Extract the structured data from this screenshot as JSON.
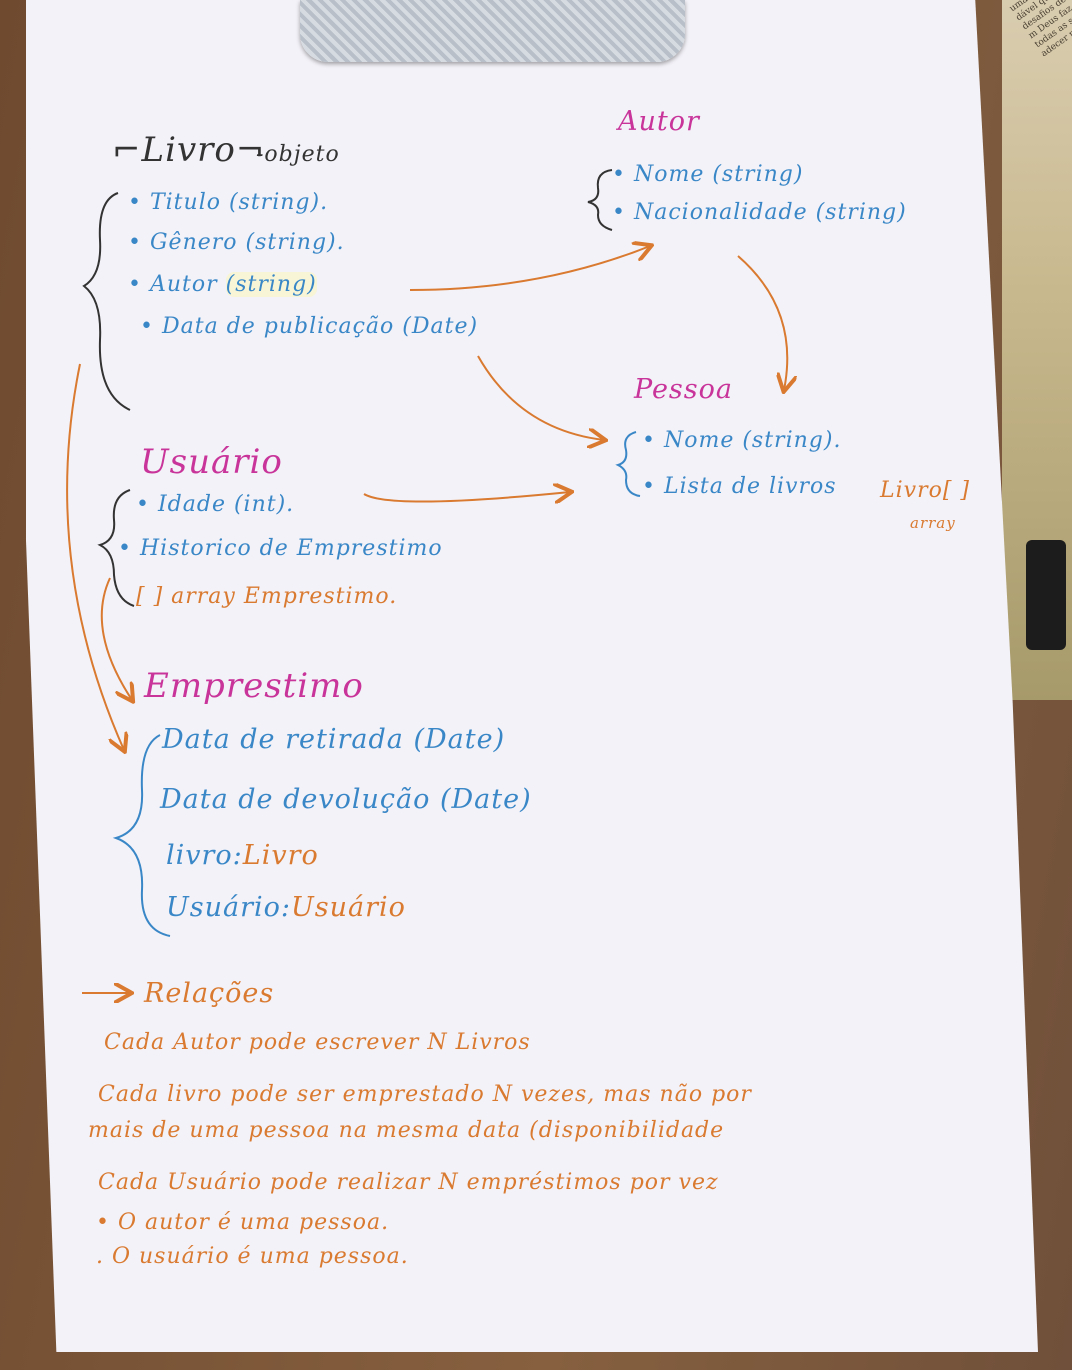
{
  "book_page_lines": [
    "uma p",
    "dável que n",
    "desafios de ca",
    "m Deus faz gra",
    "todas as suas a",
    "adecer pelas b"
  ],
  "livro": {
    "title": "Livro",
    "suffix": "-objeto",
    "fields": [
      "• Titulo (string).",
      "• Gênero (string).",
      "• Autor",
      "• Data de publicação (Date)"
    ],
    "autor_type": "(string)"
  },
  "autor": {
    "title": "Autor",
    "fields": [
      "• Nome (string)",
      "• Nacionalidade (string)"
    ]
  },
  "pessoa": {
    "title": "Pessoa",
    "fields": [
      "• Nome (string).",
      "• Lista de livros"
    ],
    "lista_type": "Livro[ ]",
    "lista_note": "array"
  },
  "usuario": {
    "title": "Usuário",
    "fields": [
      "• Idade (int).",
      "• Historico de Emprestimo",
      "[ ] array Emprestimo."
    ]
  },
  "emprestimo": {
    "title": "Emprestimo",
    "fields": [
      {
        "label": "Data de retirada",
        "type": "(Date)"
      },
      {
        "label": "Data de devolução",
        "type": "(Date)"
      },
      {
        "label": "livro:",
        "type": "Livro"
      },
      {
        "label": "Usuário:",
        "type": "Usuário"
      }
    ]
  },
  "relacoes": {
    "title": "Relações",
    "lines": [
      "Cada Autor pode escrever N Livros",
      "Cada livro pode ser emprestado N vezes, mas não por",
      "mais de uma pessoa na mesma data (disponibilidade",
      "Cada Usuário pode realizar N empréstimos por vez",
      "• O autor é uma pessoa.",
      ". O usuário é uma pessoa."
    ]
  },
  "colors": {
    "pink": "#c8349a",
    "blue": "#3a87c7",
    "orange": "#d97a30",
    "paper": "#f3f2f8"
  }
}
